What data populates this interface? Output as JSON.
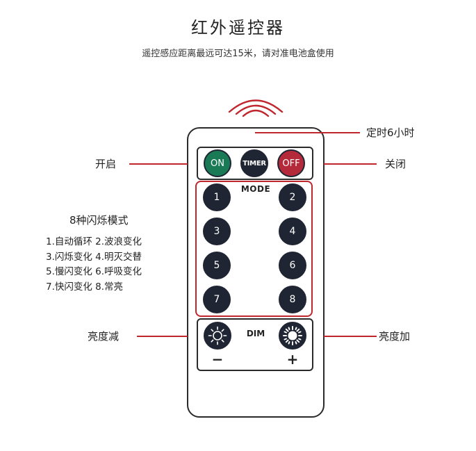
{
  "title": "红外遥控器",
  "subtitle": "遥控感应距离最远可达15米，请对准电池盒使用",
  "callouts": {
    "timer": "定时6小时",
    "on": "开启",
    "off": "关闭",
    "modes_title": "8种闪烁模式",
    "dim_down": "亮度减",
    "dim_up": "亮度加"
  },
  "mode_list": [
    "1.自动循环 2.波浪变化",
    "3.闪烁变化 4.明灭交替",
    "5.慢闪变化 6.呼吸变化",
    "7.快闪变化 8.常亮"
  ],
  "remote": {
    "on_label": "ON",
    "timer_label": "TIMER",
    "off_label": "OFF",
    "mode_label": "MODE",
    "dim_label": "DIM",
    "minus": "−",
    "plus": "+",
    "buttons": [
      "1",
      "2",
      "3",
      "4",
      "5",
      "6",
      "7",
      "8"
    ]
  },
  "colors": {
    "accent_red": "#c0272d",
    "on_green": "#1a7a56",
    "off_red": "#b52a3a",
    "button_dark": "#1f2533"
  }
}
